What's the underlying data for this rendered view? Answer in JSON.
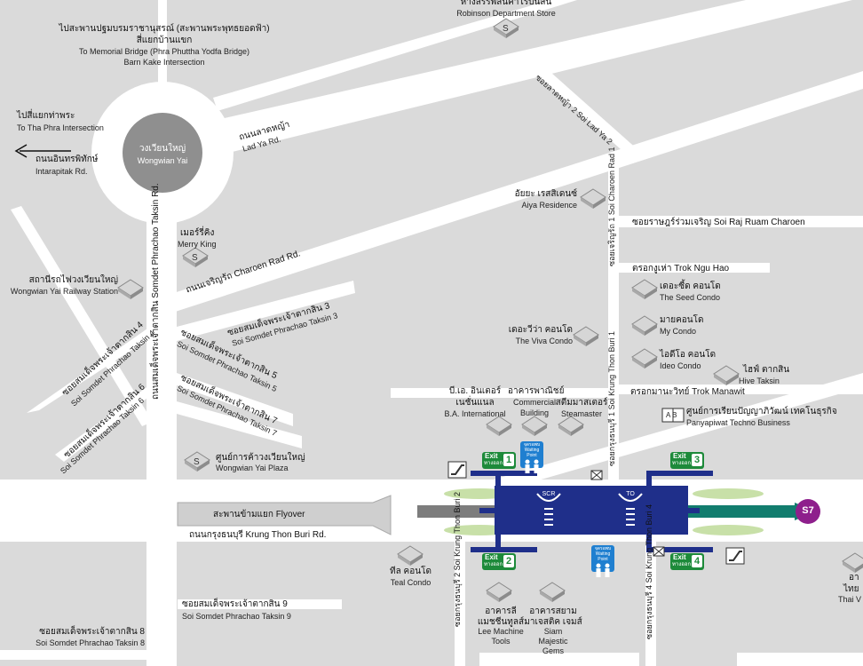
{
  "labels": {
    "memorial_th1": "ไปสะพานปฐมบรมราชานุสรณ์ (สะพานพระพุทธยอดฟ้า)",
    "memorial_th2": "สี่แยกบ้านแขก",
    "memorial_en1": "To Memorial Bridge (Phra Phuttha Yodfa Bridge)",
    "memorial_en2": "Barn Kake Intersection",
    "thaphra_th": "ไปสี่แยกท่าพระ",
    "thaphra_en": "To Tha Phra Intersection",
    "intarapitak_th": "ถนนอินทรพิทักษ์",
    "intarapitak_en": "Intarapitak Rd.",
    "wongwian_th": "วงเวียนใหญ่",
    "wongwian_en": "Wongwian Yai",
    "ladya_th": "ถนนลาดหญ้า",
    "ladya_en": "Lad Ya Rd.",
    "robinson_th": "ห้างสรรพสินค้าโรบินสัน",
    "robinson_en": "Robinson Department Store",
    "soiladya2": "ซอยลาดหญ้า 2 Soi Lad Ya 2",
    "soicharoen1": "ซอยเจริญรัถ 1 Soi Charoen Rad 1",
    "soikrungthonburi1": "ซอยกรุงธนบุรี 1 Soi Krung Thon Buri 1",
    "aiya_th": "อัยยะ เรสสิเดนซ์",
    "aiya_en": "Aiya Residence",
    "rajruam": "ซอยราษฎร์ร่วมเจริญ Soi Raj Ruam Charoen",
    "merryking_th": "เมอร์รี่คิง",
    "merryking_en": "Merry King",
    "charoenrad": "ถนนเจริญรัถ Charoen Rad Rd.",
    "somdet_taksin_rd": "ถนนสมเด็จพระเจ้าตากสิน Somdet Phrachao Taksin Rd.",
    "railway_th": "สถานีรถไฟวงเวียนใหญ่",
    "railway_en": "Wongwian Yai Railway Station",
    "trokngu": "ตรอกงูเห่า Trok Ngu Hao",
    "seed_th": "เดอะซี้ด คอนโด",
    "seed_en": "The Seed Condo",
    "mycondo_th": "มายคอนโด",
    "mycondo_en": "My Condo",
    "viva_th": "เดอะวีว่า คอนโด",
    "viva_en": "The Viva Condo",
    "ideo_th": "ไอดีโอ คอนโด",
    "ideo_en": "Ideo Condo",
    "hive_th": "ไฮฟ์ ตากสิน",
    "hive_en": "Hive Taksin",
    "manawit": "ตรอกมานะวิทย์ Trok Manawit",
    "soi3_th": "ซอยสมเด็จพระเจ้าตากสิน 3",
    "soi3_en": "Soi Somdet Phrachao Taksin 3",
    "soi4_th": "ซอยสมเด็จพระเจ้าตากสิน 4",
    "soi4_en": "Soi Somdet Phrachao Taksin 4",
    "soi5_th": "ซอยสมเด็จพระเจ้าตากสิน 5",
    "soi5_en": "Soi Somdet Phrachao Taksin 5",
    "soi6_th": "ซอยสมเด็จพระเจ้าตากสิน 6",
    "soi6_en": "Soi Somdet Phrachao Taksin 6",
    "soi7_th": "ซอยสมเด็จพระเจ้าตากสิน 7",
    "soi7_en": "Soi Somdet Phrachao Taksin 7",
    "ba_th1": "บี.เอ. อินเตอร์",
    "ba_th2": "เนชั่นแนล",
    "ba_en": "B.A. International",
    "commercial_th": "อาคารพาณิชย์",
    "commercial_en1": "Commercial",
    "commercial_en2": "Building",
    "steam_th": "สตีมมาสเตอร์",
    "steam_en": "Steamaster",
    "panyapiwat_th": "ศูนย์การเรียนปัญญาภิวัฒน์ เทคโนธุรกิจ",
    "panyapiwat_en": "Panyapiwat Techno Business",
    "plaza_th": "ศูนย์การค้าวงเวียนใหญ่",
    "plaza_en": "Wongwian Yai Plaza",
    "flyover": "สะพานข้ามแยก Flyover",
    "krungthonburi_rd": "ถนนกรุงธนบุรี Krung Thon Buri Rd.",
    "soikrungthonburi2": "ซอยกรุงธนบุรี 2 Soi Krung Thon Buri 2",
    "soikrungthonburi4": "ซอยกรุงธนบุรี 4 Soi Krung Thon Buri 4",
    "teal_th": "ทีล คอนโด",
    "teal_en": "Teal Condo",
    "lee_th1": "อาคารลี",
    "lee_th2": "แมชชีนทูลส์",
    "lee_en1": "Lee   Machine",
    "lee_en2": "Tools",
    "siam_th1": "อาคารสยาม",
    "siam_th2": "มาเจสติค เจมส์",
    "siam_en1": "Siam",
    "siam_en2": "Majestic",
    "siam_en3": "Gems",
    "soi9_th": "ซอยสมเด็จพระเจ้าตากสิน 9",
    "soi9_en": "Soi Somdet Phrachao Taksin 9",
    "soi8_th": "ซอยสมเด็จพระเจ้าตากสิน 8",
    "soi8_en": "Soi Somdet Phrachao Taksin 8",
    "thaiv_th": "อา",
    "thaiv_th2": "ไทย",
    "thaiv_en": "Thai V",
    "station_code": "S7",
    "platform_scr": "SCR",
    "platform_to": "TO",
    "ab": "A B"
  },
  "exits": [
    {
      "label": "Exit",
      "thai": "ทางออก",
      "number": "1"
    },
    {
      "label": "Exit",
      "thai": "ทางออก",
      "number": "2"
    },
    {
      "label": "Exit",
      "thai": "ทางออก",
      "number": "3"
    },
    {
      "label": "Exit",
      "thai": "ทางออก",
      "number": "4"
    }
  ],
  "waiting_point": "จุดรอพบ Waiting Point",
  "icons": [
    "shopping-icon",
    "building-icon",
    "escalator-icon",
    "elevator-icon",
    "arrow-left-icon",
    "school-icon"
  ],
  "colors": {
    "background": "#dadada",
    "road": "#ffffff",
    "building": "#d0d0d0",
    "station": "#1f2f8a",
    "bts_line": "#127d6e",
    "station_badge": "#8e1f8c",
    "exit": "#1d8a3a",
    "waiting_point": "#1f7fd0",
    "roundabout": "#8f8f8f"
  }
}
